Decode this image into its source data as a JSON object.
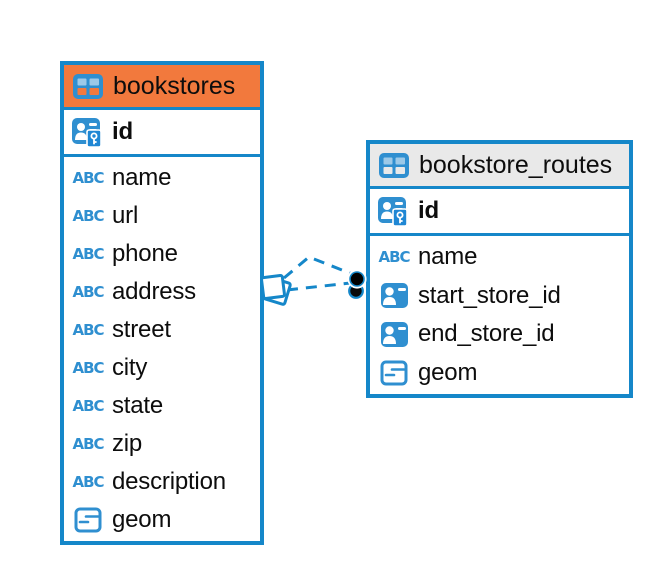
{
  "colors": {
    "table_border": "#1587C9",
    "icon_blue": "#2F8FD0",
    "bookstores_header": "#F2793D",
    "bookstore_routes_header": "#E9E9E9",
    "relation_line": "#1587C9",
    "background": "#FFFFFF"
  },
  "abc_glyph": "ABC",
  "tables": [
    {
      "name": "bookstores",
      "primary_key": "id",
      "fields": [
        {
          "name": "name",
          "type": "text"
        },
        {
          "name": "url",
          "type": "text"
        },
        {
          "name": "phone",
          "type": "text"
        },
        {
          "name": "address",
          "type": "text"
        },
        {
          "name": "street",
          "type": "text"
        },
        {
          "name": "city",
          "type": "text"
        },
        {
          "name": "state",
          "type": "text"
        },
        {
          "name": "zip",
          "type": "text"
        },
        {
          "name": "description",
          "type": "text"
        },
        {
          "name": "geom",
          "type": "geometry"
        }
      ]
    },
    {
      "name": "bookstore_routes",
      "primary_key": "id",
      "fields": [
        {
          "name": "name",
          "type": "text"
        },
        {
          "name": "start_store_id",
          "type": "reference"
        },
        {
          "name": "end_store_id",
          "type": "reference"
        },
        {
          "name": "geom",
          "type": "geometry"
        }
      ]
    }
  ],
  "relation": {
    "from_table": "bookstores",
    "to_table": "bookstore_routes",
    "line_style": "dashed"
  },
  "icons": {
    "table_header": "table-icon",
    "primary_key": "person-key-icon",
    "text": "abc-icon",
    "reference": "person-reference-icon",
    "geometry": "geometry-icon"
  }
}
